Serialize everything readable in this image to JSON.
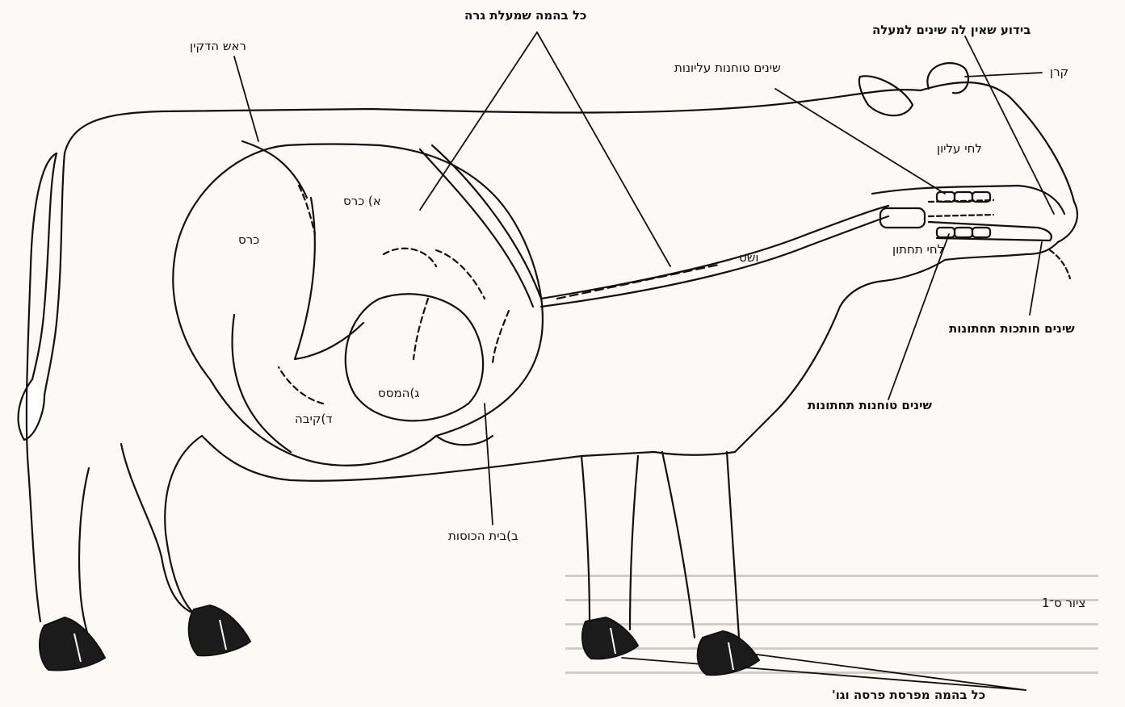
{
  "labels": {
    "ruminant_all": "כל בהמה שמעלת גרה",
    "no_upper_teeth": "בידוע שאין לה שינים למעלה",
    "small_intestine_head": "ראש הדקין",
    "upper_molars": "שינים טוחנות עליונות",
    "horn": "קרן",
    "upper_jaw": "לחי עליון",
    "rumen_a": "א) כרס",
    "rumen": "כרס",
    "esophagus": "ושט",
    "lower_jaw": "לחי תחתון",
    "lower_incisors": "שינים חותכות תחתונות",
    "omasum": "ג)המסס",
    "abomasum": "ד)קיבה",
    "lower_molars": "שינים טוחנות תחתונות",
    "reticulum": "ב)בית הכוסות",
    "figure_caption": "ציור ס־1",
    "split_hoof": "כל בהמה מפרסת פרסה וגו'"
  },
  "colors": {
    "ink": "#111111",
    "hoof": "#1b1b1b",
    "paper": "#fbfaf7"
  }
}
